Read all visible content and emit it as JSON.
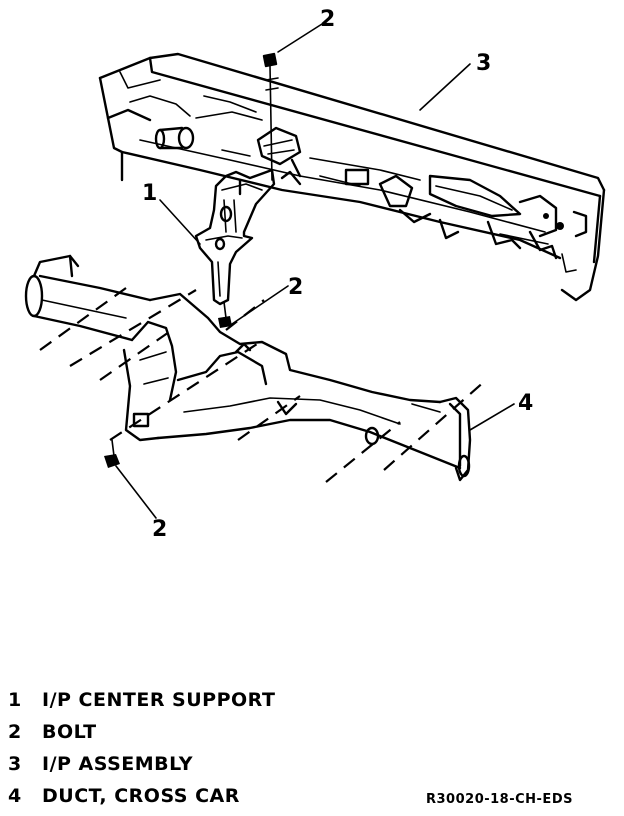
{
  "callouts": [
    {
      "number": "1"
    },
    {
      "number": "2"
    },
    {
      "number": "2"
    },
    {
      "number": "2"
    },
    {
      "number": "3"
    },
    {
      "number": "4"
    }
  ],
  "legend": [
    {
      "number": "1",
      "label": "I/P CENTER SUPPORT"
    },
    {
      "number": "2",
      "label": "BOLT"
    },
    {
      "number": "3",
      "label": "I/P ASSEMBLY"
    },
    {
      "number": "4",
      "label": "DUCT, CROSS CAR"
    }
  ],
  "figure_code": "R30020-18-CH-EDS"
}
